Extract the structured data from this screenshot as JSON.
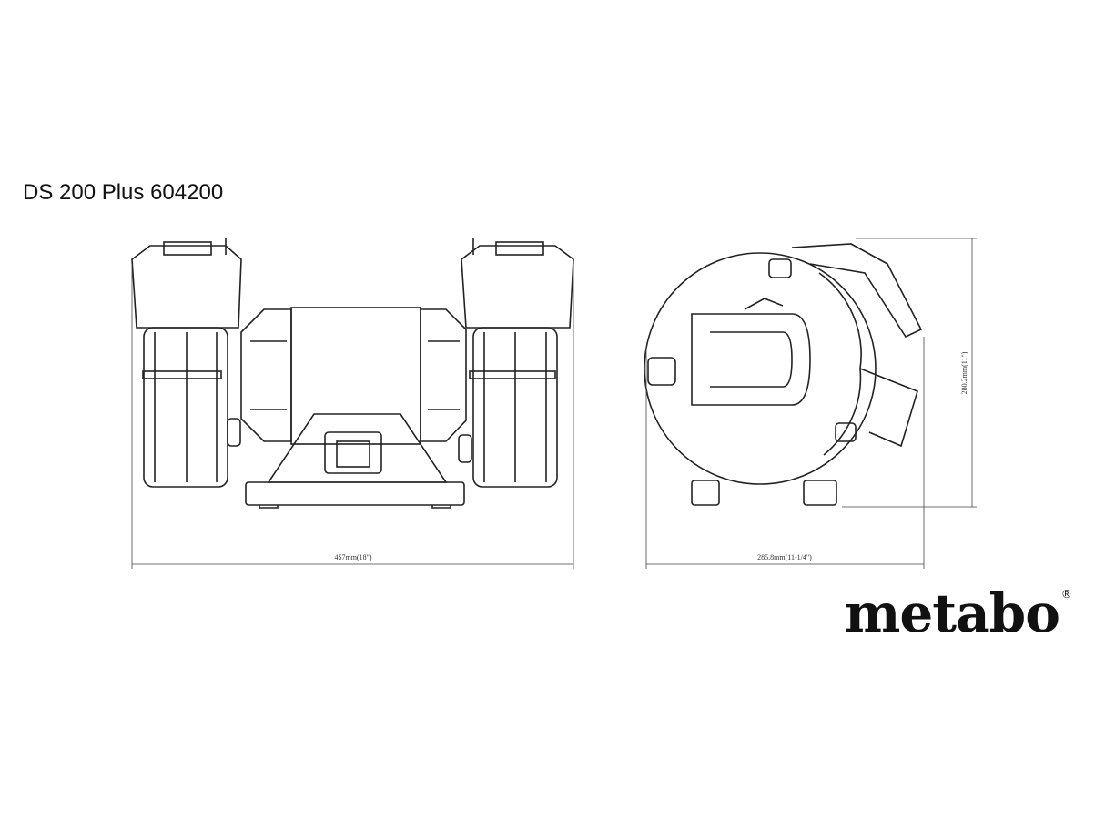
{
  "title": "DS 200 Plus 604200",
  "dimensions": {
    "width": "457mm(18\")",
    "depth": "285.8mm(11-1/4\")",
    "height": "280.2mm(11\")"
  },
  "brand": {
    "name": "metabo",
    "mark": "®"
  }
}
